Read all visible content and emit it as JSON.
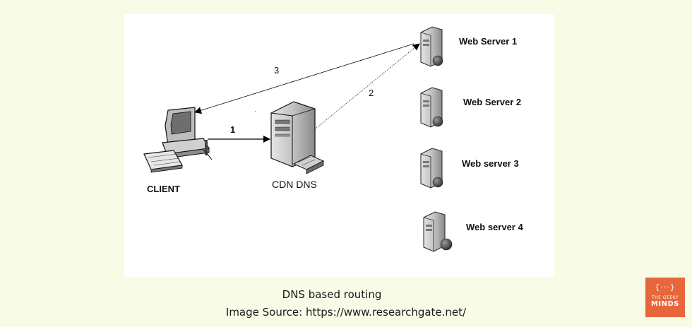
{
  "diagram": {
    "nodes": {
      "client": "CLIENT",
      "cdn": "CDN DNS",
      "servers": [
        "Web Server 1",
        "Web Server 2",
        "Web server 3",
        "Web server 4"
      ]
    },
    "edges": [
      {
        "from": "client",
        "to": "cdn",
        "label": "1"
      },
      {
        "from": "cdn",
        "to": "Web Server 1",
        "label": "2"
      },
      {
        "from": "Web Server 1",
        "to": "client",
        "label": "3"
      }
    ]
  },
  "caption": {
    "title": "DNS based routing",
    "source": "Image Source: https://www.researchgate.net/"
  },
  "logo": {
    "glyph": "{···}",
    "line1": "THE GEEKY",
    "line2": "MINDS"
  }
}
